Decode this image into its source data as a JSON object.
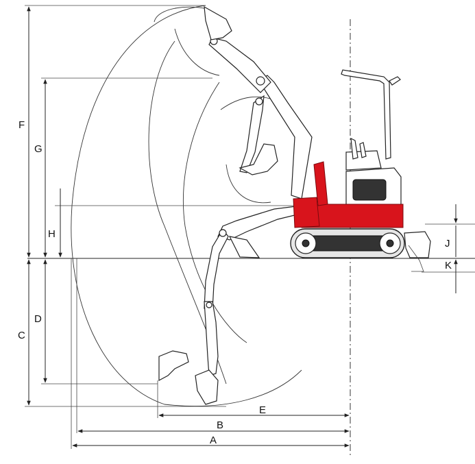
{
  "dimensions": {
    "A": "A",
    "B": "B",
    "C": "C",
    "D": "D",
    "E": "E",
    "F": "F",
    "G": "G",
    "H": "H",
    "J": "J",
    "K": "K"
  },
  "colors": {
    "body": "#d8141c",
    "lines": "#222222",
    "background": "#ffffff"
  }
}
